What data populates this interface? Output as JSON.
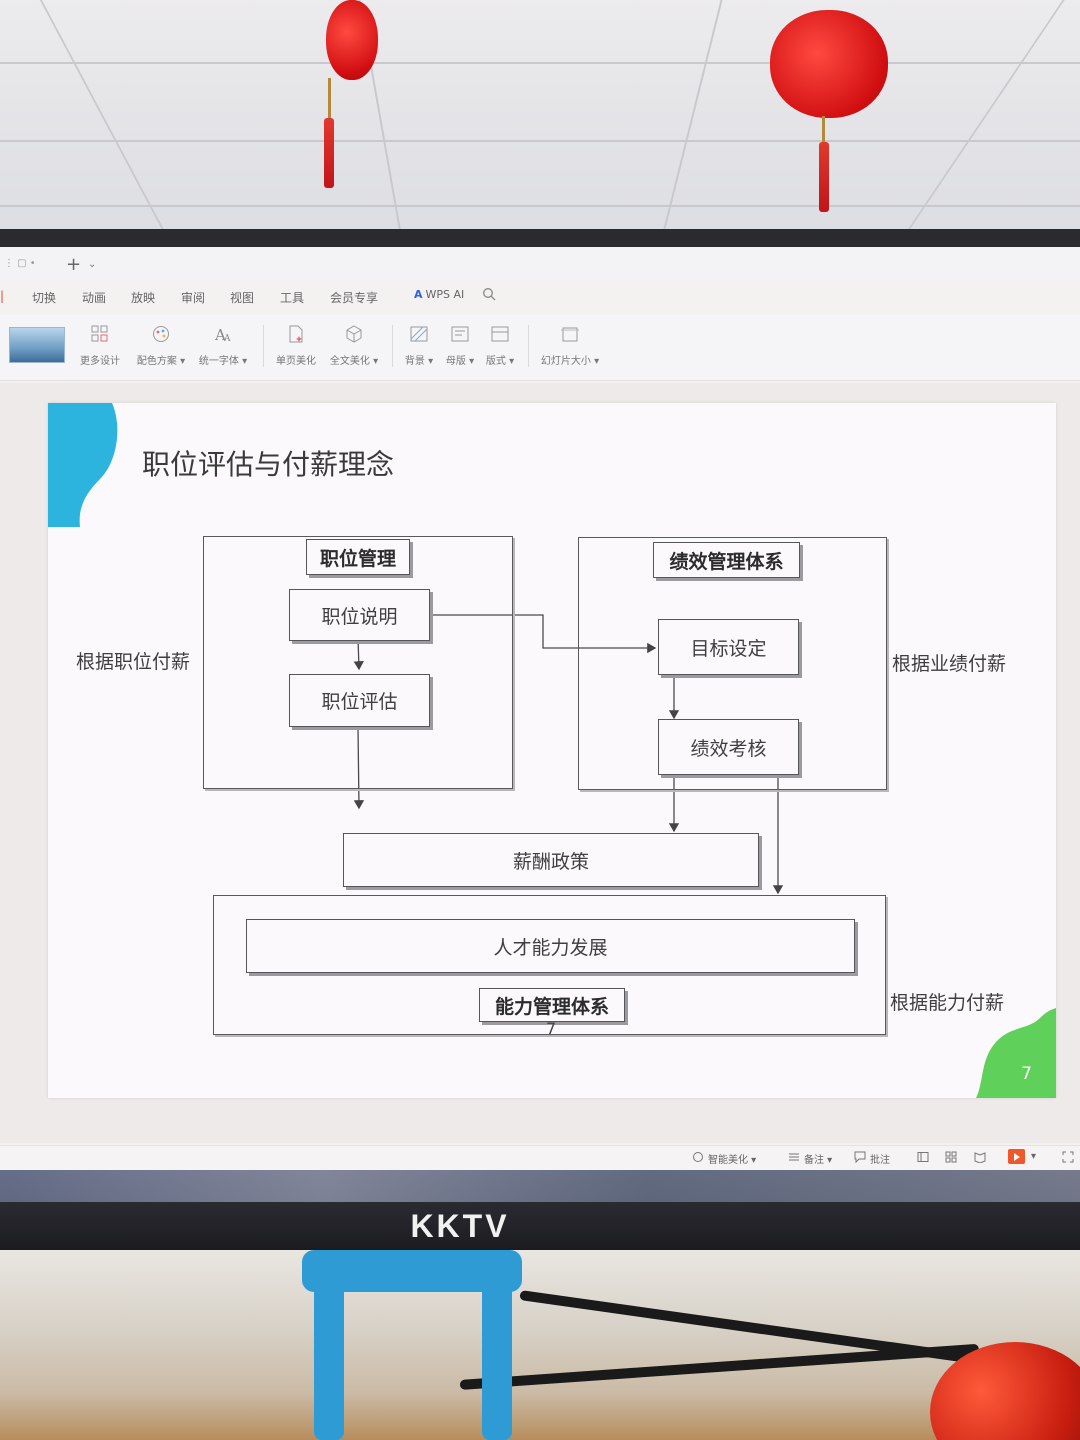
{
  "window": {
    "menu_tabs": [
      "切换",
      "动画",
      "放映",
      "审阅",
      "视图",
      "工具",
      "会员专享"
    ],
    "wps_ai": "WPS AI"
  },
  "toolbar": {
    "items": [
      "更多设计",
      "配色方案 ▾",
      "统一字体 ▾",
      "单页美化",
      "全文美化 ▾",
      "背景 ▾",
      "母版 ▾",
      "版式 ▾",
      "幻灯片大小 ▾"
    ]
  },
  "slide": {
    "title": "职位评估与付薪理念",
    "page_number": "7",
    "corner_page_number": "7",
    "left_group": {
      "header": "职位管理",
      "box1": "职位说明",
      "box2": "职位评估",
      "side_label": "根据职位付薪"
    },
    "right_group": {
      "header": "绩效管理体系",
      "box1": "目标设定",
      "box2": "绩效考核",
      "side_label": "根据业绩付薪"
    },
    "middle": {
      "policy": "薪酬政策"
    },
    "bottom_group": {
      "box": "人才能力发展",
      "header": "能力管理体系",
      "side_label": "根据能力付薪"
    },
    "colors": {
      "blue_blob": "#2cb4de",
      "green_blob": "#5fd05a"
    }
  },
  "statusbar": {
    "smart_beautify": "智能美化 ▾",
    "notes": "备注 ▾",
    "comments": "批注"
  },
  "monitor": {
    "brand": "KKTV"
  }
}
